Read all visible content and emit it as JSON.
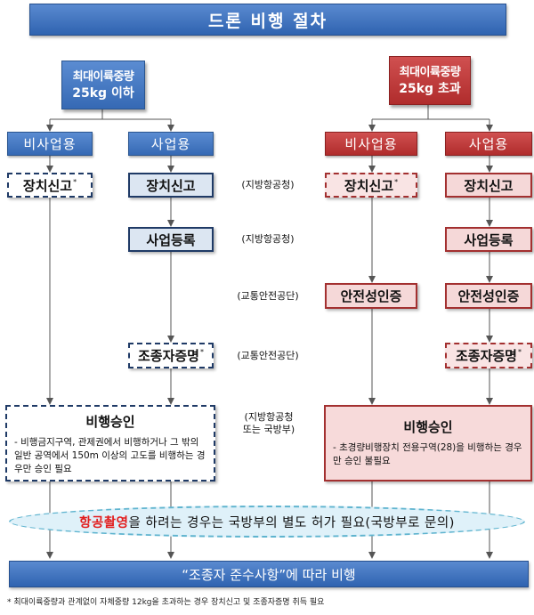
{
  "title": "드론 비행 절차",
  "left_weight": {
    "line1": "최대이륙중량",
    "line2": "25kg 이하"
  },
  "right_weight": {
    "line1": "최대이륙중량",
    "line2": "25kg 초과"
  },
  "categories": {
    "non_commercial": "비사업용",
    "commercial": "사업용"
  },
  "steps": {
    "device_report": "장치신고",
    "business_reg": "사업등록",
    "safety_cert": "안전성인증",
    "pilot_cert": "조종자증명",
    "asterisk": "*"
  },
  "agencies": {
    "row1": "(지방항공청)",
    "row2": "(지방항공청)",
    "row3": "(교통안전공단)",
    "row4": "(교통안전공단)",
    "row5_line1": "(지방항공청",
    "row5_line2": "또는 국방부)"
  },
  "approval_left": {
    "title": "비행승인",
    "text": "- 비행금지구역, 관제권에서 비행하거나 그 밖의 일반 공역에서 150m 이상의 고도를 비행하는 경우만 승인 필요"
  },
  "approval_right": {
    "title": "비행승인",
    "text": "- 초경량비행장치 전용구역(28)을 비행하는 경우만 승인 불필요"
  },
  "notice": {
    "highlight": "항공촬영",
    "rest": "을 하려는 경우는 국방부의 별도 허가 필요(국방부로 문의)"
  },
  "bottom_bar": "“조종자 준수사항”에 따라 비행",
  "footnote": "* 최대이륙중량과 관계없이 자체중량 12kg을 초과하는 경우 장치신고 및 조종자증명 취득 필요",
  "colors": {
    "blue": "#3569b4",
    "red": "#b02c2c",
    "highlight": "#e21c1c",
    "notice_border": "#5fb4cf"
  }
}
